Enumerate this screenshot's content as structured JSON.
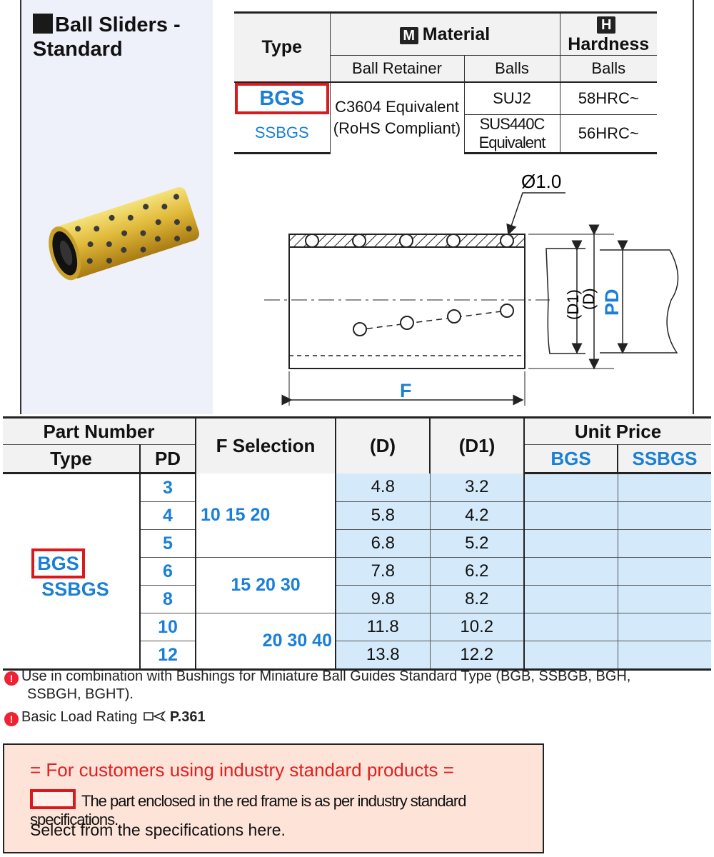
{
  "title": {
    "line1": "Ball Sliders -",
    "line2": "Standard"
  },
  "material_table": {
    "type_header": "Type",
    "material_badge": "M",
    "material_header": "Material",
    "hardness_badge": "H",
    "hardness_header": "Hardness",
    "sub_retainer": "Ball Retainer",
    "sub_balls": "Balls",
    "sub_hardness_balls": "Balls",
    "type1": "BGS",
    "type2": "SSBGS",
    "retainer_line1": "C3604 Equivalent",
    "retainer_line2": "(RoHS Compliant)",
    "balls1": "SUJ2",
    "balls2": "SUS440C Equivalent",
    "hard1": "58HRC~",
    "hard2": "56HRC~"
  },
  "drawing": {
    "ball_dia": "Ø1.0",
    "d1": "(D1)",
    "d": "(D)",
    "pd": "PD",
    "f": "F"
  },
  "main_table": {
    "part_number": "Part Number",
    "type": "Type",
    "pd": "PD",
    "f_selection": "F Selection",
    "d": "(D)",
    "d1": "(D1)",
    "unit_price": "Unit Price",
    "bgs": "BGS",
    "ssbgs": "SSBGS",
    "type1": "BGS",
    "type2": "SSBGS",
    "rows": [
      {
        "pd": "3",
        "d": "4.8",
        "d1": "3.2"
      },
      {
        "pd": "4",
        "d": "5.8",
        "d1": "4.2"
      },
      {
        "pd": "5",
        "d": "6.8",
        "d1": "5.2"
      },
      {
        "pd": "6",
        "d": "7.8",
        "d1": "6.2"
      },
      {
        "pd": "8",
        "d": "9.8",
        "d1": "8.2"
      },
      {
        "pd": "10",
        "d": "11.8",
        "d1": "10.2"
      },
      {
        "pd": "12",
        "d": "13.8",
        "d1": "12.2"
      }
    ],
    "f_groups": [
      "10 15 20",
      "15 20 30",
      "20 30 40"
    ]
  },
  "notes": {
    "note1": "Use in combination with Bushings for Miniature Ball Guides Standard Type (BGB, SSBGB, BGH,",
    "note1b": "SSBGH, BGHT).",
    "note2": "Basic Load Rating",
    "note2_page": "P.361"
  },
  "standard_box": {
    "heading": "= For customers using industry standard products =",
    "line": "The part enclosed in the red frame is as per industry standard specifications.",
    "select": "Select from the specifications here."
  }
}
